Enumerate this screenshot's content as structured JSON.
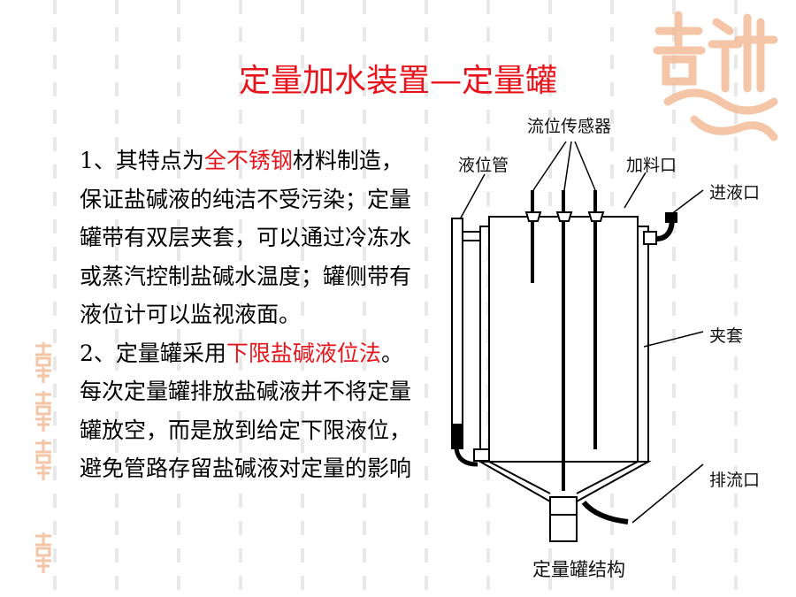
{
  "slide": {
    "title": "定量加水装置—定量罐",
    "p1_prefix": "1、其特点为",
    "p1_highlight": "全不锈钢",
    "p1_rest": "材料制造，保证盐碱液的纯洁不受污染；定量罐带有双层夹套，可以通过冷冻水或蒸汽控制盐碱水温度；罐侧带有液位计可以监视液面。",
    "p2_prefix": "2、定量罐采用",
    "p2_highlight": "下限盐碱液位法",
    "p2_rest": "。每次定量罐排放盐碱液并不将定量罐放空，而是放到给定下限液位，避免管路存留盐碱液对定量的影响"
  },
  "diagram": {
    "labels": {
      "sensor": "流位传感器",
      "level_tube": "液位管",
      "feed_port": "加料口",
      "inlet": "进液口",
      "jacket": "夹套",
      "outlet": "排流口"
    },
    "caption": "定量罐结构"
  },
  "decor": {
    "seal_text": "吉祥"
  },
  "colors": {
    "accent": "#e8141b",
    "seal": "#f1b48a"
  }
}
